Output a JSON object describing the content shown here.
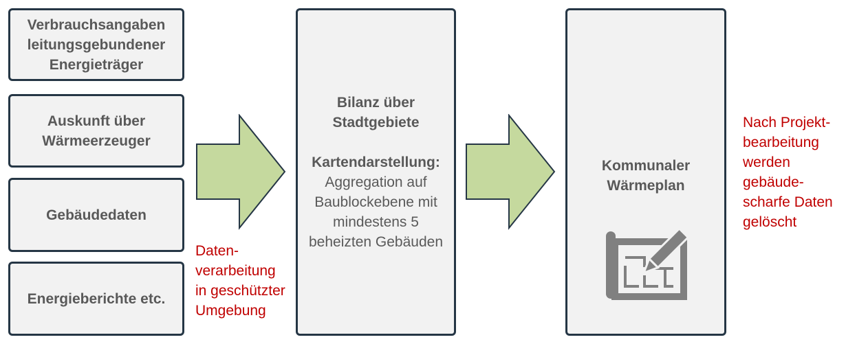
{
  "sources": [
    {
      "label": "Verbrauchsangaben\nleitungsgebundener\nEnergieträger"
    },
    {
      "label": "Auskunft über\nWärmeerzeuger"
    },
    {
      "label": "Gebäudedaten"
    },
    {
      "label": "Energieberichte etc."
    }
  ],
  "processing_note": "Daten-\nverarbeitung\nin geschützter\nUmgebung",
  "balance": {
    "title": "Bilanz über\nStadtgebiete",
    "map_heading": "Kartendarstellung:",
    "map_text": "Aggregation auf\nBaublockebene mit\nmindestens 5\nbeheizten Gebäuden"
  },
  "result": {
    "title": "Kommunaler\nWärmeplan",
    "icon": "blueprint-edit-icon"
  },
  "deletion_note": "Nach Projekt-\nbearbeitung\nwerden\ngebäude-\nscharfe Daten\ngelöscht",
  "colors": {
    "box_border": "#253645",
    "box_fill": "#f2f2f2",
    "text_gray": "#595959",
    "arrow_fill": "#c5d99e",
    "note_red": "#c00000",
    "icon_gray": "#808080"
  }
}
